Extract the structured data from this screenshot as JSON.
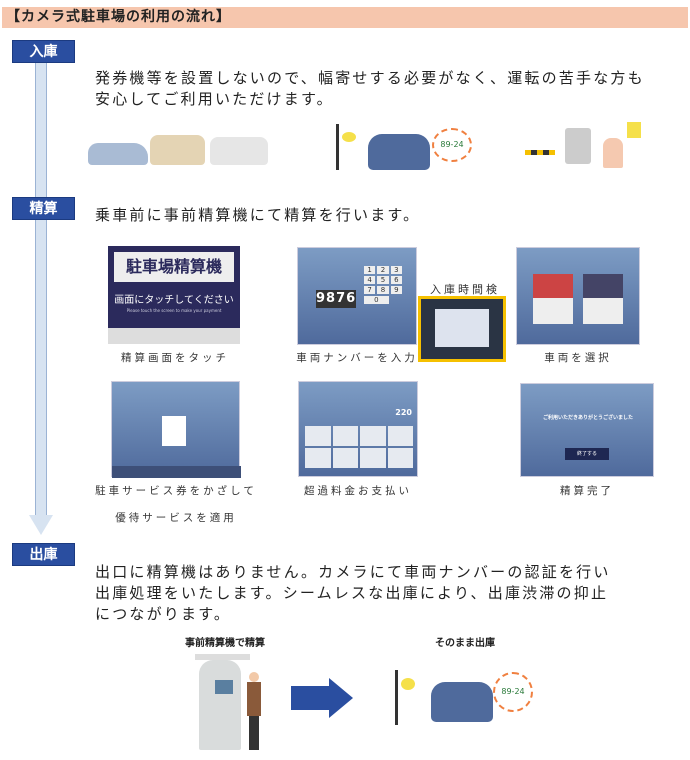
{
  "title": "【カメラ式駐車場の利用の流れ】",
  "steps": {
    "entry": {
      "label": "入庫",
      "text_lines": [
        "発券機等を設置しないので、幅寄せする必要がなく、運転の苦手な方も",
        "安心してご利用いただけます。"
      ]
    },
    "payment": {
      "label": "精算",
      "text": "乗車前に事前精算機にて精算を行います。",
      "screens": [
        {
          "caption": "精算画面をタッチ",
          "screen_title": "駐車場精算機",
          "screen_text": "画面にタッチしてください",
          "screen_sub": "Please touch the screen to make your payment"
        },
        {
          "caption": "車両ナンバーを入力",
          "number": "9876",
          "keys": [
            "1",
            "2",
            "3",
            "4",
            "5",
            "6",
            "7",
            "8",
            "9",
            "0"
          ]
        },
        {
          "caption": "入庫時間検"
        },
        {
          "caption": "車両を選択"
        },
        {
          "caption_lines": [
            "駐車サービス券をかざして",
            "優待サービスを適用"
          ]
        },
        {
          "caption": "超過料金お支払い",
          "amount": "220"
        },
        {
          "caption": "精算完了",
          "button": "終了する",
          "screen_text": "ご利用いただきありがとうございました"
        }
      ]
    },
    "exit": {
      "label": "出庫",
      "text_lines": [
        "出口に精算機はありません。カメラにて車両ナンバーの認証を行い",
        "出庫処理をいたします。シームレスな出庫により、出庫渋滞の抑止",
        "につながります。"
      ],
      "left_label": "事前精算機で精算",
      "right_label": "そのまま出庫",
      "plate": "89-24"
    }
  },
  "colors": {
    "header": "#f6c6ad",
    "step": "#2a4ea0",
    "arrow": "#2a4ea0",
    "highlight": "#f5c000"
  }
}
